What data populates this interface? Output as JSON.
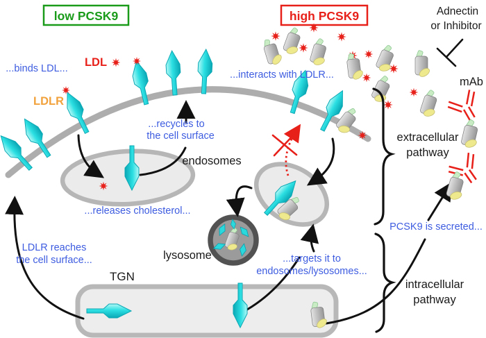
{
  "boxes": {
    "low_pcsk9": "low PCSK9",
    "high_pcsk9": "high PCSK9"
  },
  "labels": {
    "binds_ldl": "...binds LDL...",
    "ldl": "LDL",
    "ldlr": "LDLR",
    "interacts_with_ldlr": "...interacts with LDLR...",
    "adnectin_line1": "Adnectin",
    "adnectin_line2": "or Inhibitor",
    "mab": "mAb",
    "recycles_line1": "...recycles to",
    "recycles_line2": "the cell surface",
    "endosomes": "endosomes",
    "releases_cholesterol": "...releases cholesterol...",
    "extracellular_line1": "extracellular",
    "extracellular_line2": "pathway",
    "ldlr_reaches_line1": "LDLR reaches",
    "ldlr_reaches_line2": "the cell surface...",
    "lysosome": "lysosome",
    "tgn": "TGN",
    "targets_line1": "...targets it to",
    "targets_line2": "endosomes/lysosomes...",
    "pcsk9_secreted": "PCSK9 is secreted...",
    "intracellular_line1": "intracellular",
    "intracellular_line2": "pathway"
  },
  "icons": {
    "ldl_particle": "red-starburst",
    "ldlr_receptor": "cyan-bowling-pin",
    "pcsk9_molecule": "gray-cylinder-yellow-base-green-tab",
    "mab_antibody": "red-double-line-y",
    "inhibitor": "t-bar-line"
  },
  "colors": {
    "blue_label": "#3d5ce0",
    "green_label": "#1a9c1a",
    "red": "#e8201a",
    "orange_label": "#f2a23c",
    "black_label": "#1a1a1a",
    "receptor_cyan": "#2bdfe2",
    "pcsk9_gray": "#b9b9b9",
    "pcsk9_yellow": "#efe98e",
    "pcsk9_green": "#c9ecc4",
    "membrane_gray": "#adadad",
    "organelle_fill": "#ebebeb",
    "organelle_stroke": "#b6b6b6",
    "lysosome_ring": "#525252",
    "lysosome_fill": "#9b9b9b",
    "background": "#ffffff"
  }
}
